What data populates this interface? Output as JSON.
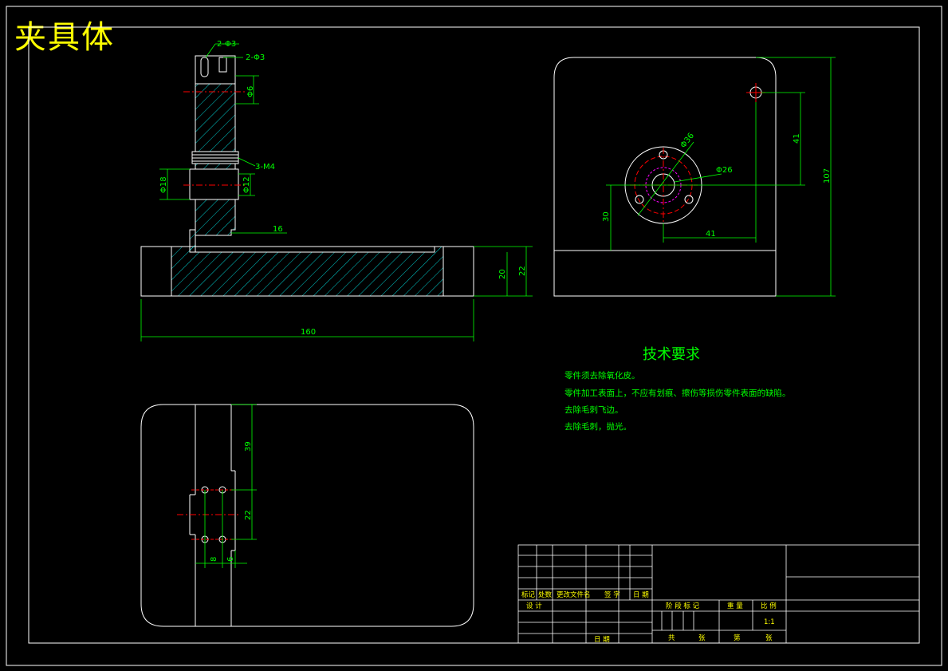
{
  "drawing_title": "夹具体",
  "dimensions": {
    "hole_top_a": "2-Φ3",
    "hole_top_b": "2-Φ3",
    "shaft_dia_6": "Φ6",
    "slot_m4": "3-M4",
    "dia_18": "Φ18",
    "dia_12": "Φ12",
    "step_16": "16",
    "base_h_20": "20",
    "base_h_22": "22",
    "total_len_160": "160",
    "circle_36": "Φ36",
    "circle_26": "Φ26",
    "v_41": "41",
    "v_107": "107",
    "v_30": "30",
    "h_41": "41",
    "top_39": "39",
    "top_22": "22",
    "top_8": "8",
    "top_6": "6"
  },
  "technical_requirements": {
    "heading": "技术要求",
    "items": [
      "零件须去除氧化皮。",
      "零件加工表面上，不应有划痕、擦伤等损伤零件表面的缺陷。",
      "去除毛刺飞边。",
      "去除毛刺，抛光。"
    ]
  },
  "title_block": {
    "rev_headers": [
      "标记",
      "处数",
      "更改文件名",
      "签 字",
      "日 期"
    ],
    "design": "设 计",
    "date": "日 期",
    "stage_mark": "阶 段 标 记",
    "weight": "重 量",
    "scale_label": "比 例",
    "scale": "1:1",
    "sheet_total": "共",
    "sheet_word": "张",
    "sheet_no": "第",
    "sheet_word2": "张"
  },
  "colors": {
    "outline": "#ffffff",
    "dimension": "#00ff00",
    "hatch": "#00ffff",
    "centerline": "#ff0000",
    "title": "#ffff00"
  }
}
